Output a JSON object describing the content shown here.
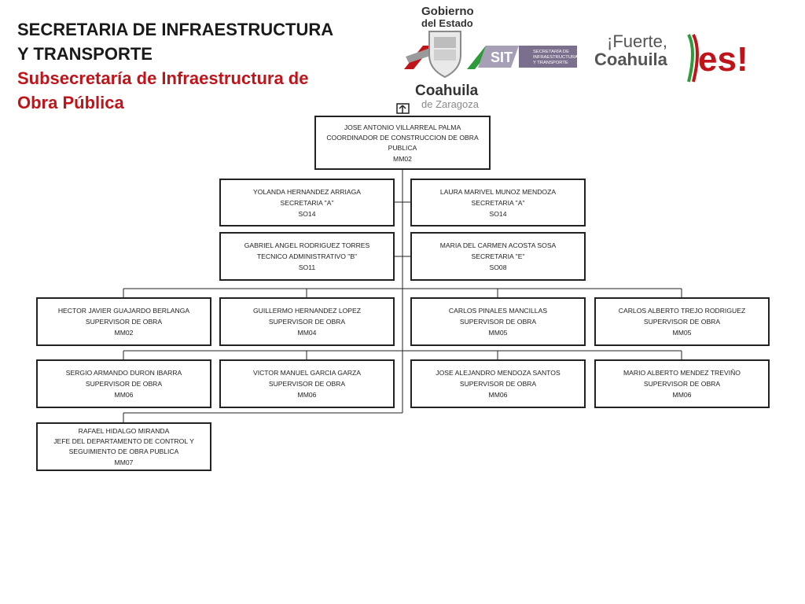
{
  "header": {
    "title_line1": "SECRETARIA DE INFRAESTRUCTURA",
    "title_line2": "Y TRANSPORTE",
    "subtitle_line1": "Subsecretaría de Infraestructura de",
    "subtitle_line2": "Obra Pública"
  },
  "logos": {
    "gobierno_line1": "Gobierno",
    "gobierno_line2": "del Estado",
    "coahuila": "Coahuila",
    "de_zaragoza": "de Zaragoza",
    "sit": "SIT",
    "sit_desc_line1": "SECRETARÍA DE",
    "sit_desc_line2": "INFRAESTRUCTURA",
    "sit_desc_line3": "Y TRANSPORTE",
    "fuerte": "¡Fuerte,",
    "fuerte_coahuila": "Coahuila",
    "es": "es!"
  },
  "org": {
    "head": {
      "name": "JOSE ANTONIO VILLARREAL PALMA",
      "role": "COORDINADOR DE CONSTRUCCION DE OBRA PUBLICA",
      "code": "MM02"
    },
    "staff": [
      {
        "name": "YOLANDA HERNANDEZ ARRIAGA",
        "role": "SECRETARIA  \"A\"",
        "code": "SO14"
      },
      {
        "name": "LAURA MARIVEL MUNOZ MENDOZA",
        "role": "SECRETARIA  \"A\"",
        "code": "SO14"
      },
      {
        "name": "GABRIEL ANGEL RODRIGUEZ TORRES",
        "role": "TECNICO ADMINISTRATIVO \"B\"",
        "code": "SO11"
      },
      {
        "name": "MARIA DEL CARMEN ACOSTA SOSA",
        "role": "SECRETARIA \"E\"",
        "code": "SO08"
      }
    ],
    "row1": [
      {
        "name": "HECTOR JAVIER GUAJARDO BERLANGA",
        "role": "SUPERVISOR DE OBRA",
        "code": "MM02"
      },
      {
        "name": "GUILLERMO HERNANDEZ LOPEZ",
        "role": "SUPERVISOR DE OBRA",
        "code": "MM04"
      },
      {
        "name": "CARLOS PINALES MANCILLAS",
        "role": "SUPERVISOR DE OBRA",
        "code": "MM05"
      },
      {
        "name": "CARLOS ALBERTO TREJO RODRIGUEZ",
        "role": "SUPERVISOR DE OBRA",
        "code": "MM05"
      }
    ],
    "row2": [
      {
        "name": "SERGIO ARMANDO DURON IBARRA",
        "role": "SUPERVISOR DE OBRA",
        "code": "MM06"
      },
      {
        "name": "VICTOR MANUEL GARCIA GARZA",
        "role": "SUPERVISOR DE OBRA",
        "code": "MM06"
      },
      {
        "name": "JOSE ALEJANDRO MENDOZA SANTOS",
        "role": "SUPERVISOR DE OBRA",
        "code": "MM06"
      },
      {
        "name": "MARIO ALBERTO MENDEZ TREVIÑO",
        "role": "SUPERVISOR DE OBRA",
        "code": "MM06"
      }
    ],
    "row3": [
      {
        "name": "RAFAEL HIDALGO MIRANDA",
        "role": "JEFE DEL DEPARTAMENTO DE CONTROL Y SEGUIMIENTO DE OBRA PUBLICA",
        "code": "MM07"
      }
    ]
  },
  "colors": {
    "title": "#1a1a1a",
    "subtitle": "#c0141b",
    "green": "#2e9b3a",
    "red": "#c0141b",
    "sit_purple": "#7a6f8c"
  }
}
